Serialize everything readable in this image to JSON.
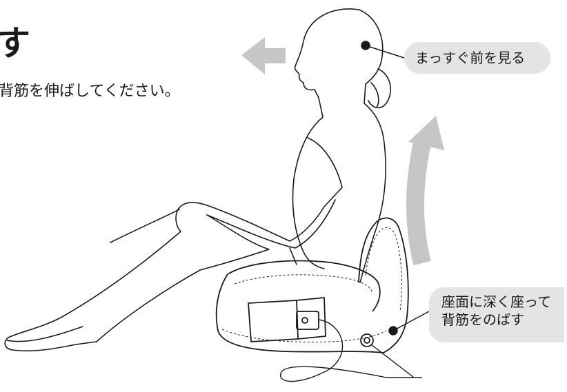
{
  "heading": {
    "title": "す",
    "subtitle": "背筋を伸ばしてください。"
  },
  "callouts": {
    "look_forward": "まっすぐ前を見る",
    "sit_deep_line1": "座面に深く座って",
    "sit_deep_line2": "背筋をのばす"
  },
  "colors": {
    "arrow": "#c4c7c6",
    "callout_bg": "#e4e4e4",
    "line": "#1a1a1a"
  },
  "icons": {
    "left_arrow": "arrow-left-icon",
    "up_arrow": "curved-arrow-up-icon"
  }
}
